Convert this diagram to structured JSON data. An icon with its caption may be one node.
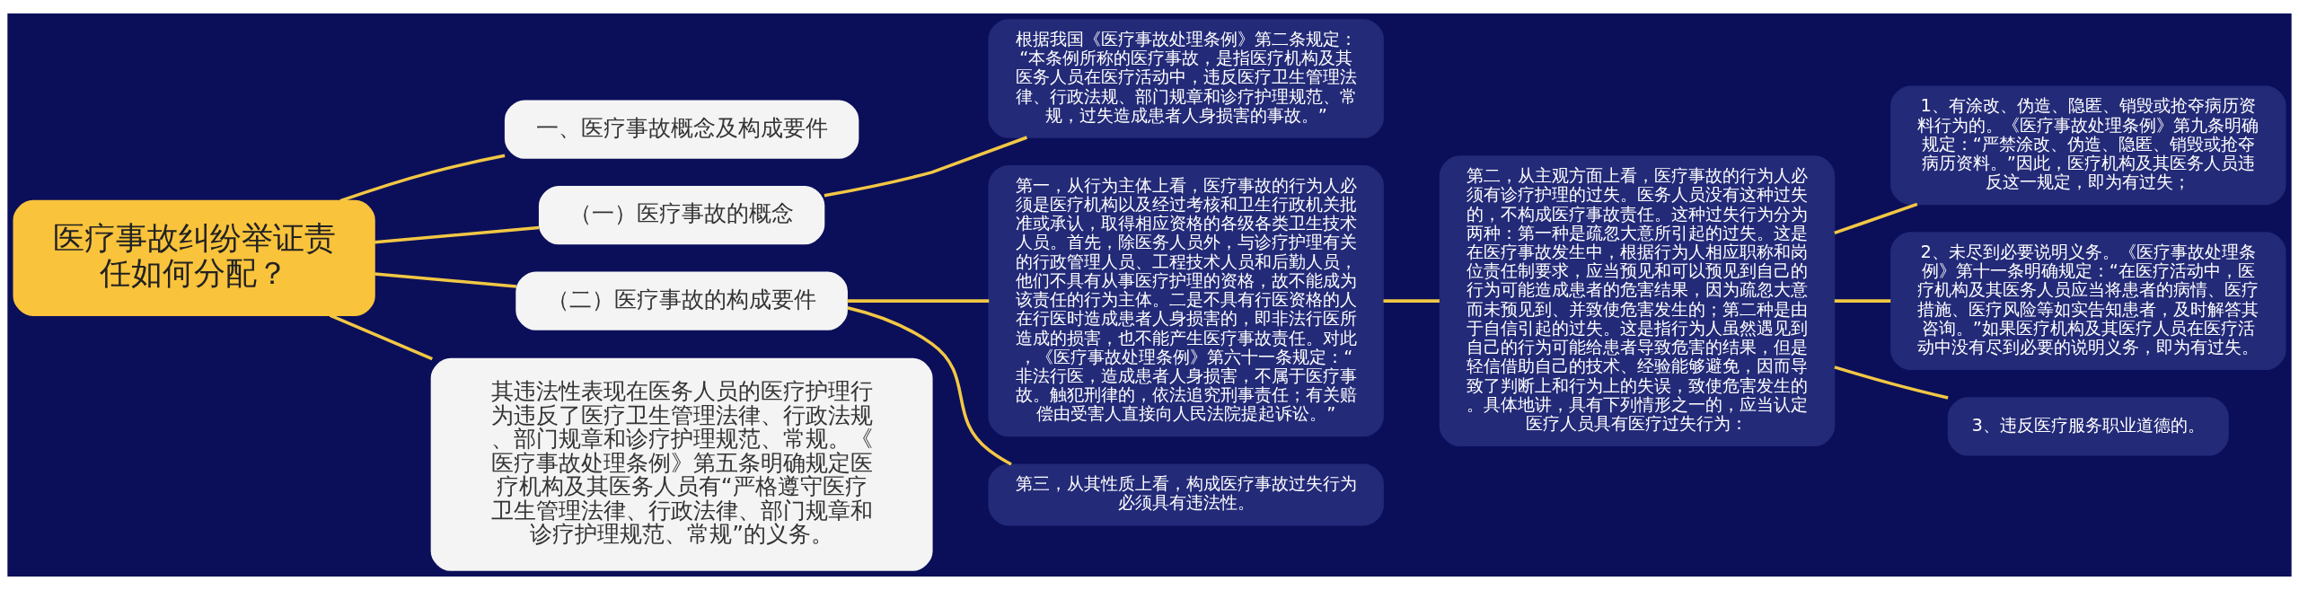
{
  "diagram": {
    "nodes": [
      {
        "text": [
          "医疗事故纠纷举证责任如何分配？"
        ]
      },
      {
        "text": [
          "一、医疗事故概念及构成要件"
        ]
      },
      {
        "text": [
          "（一）医疗事故的概念"
        ]
      },
      {
        "text": [
          "根据我国《医疗事故处理条例》第二条规定：“本条例所称的医疗事故，是指医疗机构及其医务人员在医疗活动中，违反医疗卫生管理法律、行政法规、部门规章和诊疗护理规范、常规，过失造成患者人身损害的事故。”"
        ]
      },
      {
        "text": [
          "（二）医疗事故的构成要件"
        ]
      },
      {
        "text": [
          "其违法性表现在医务人员的医疗护理行为违反了医疗卫生管理法律、行政法规、部门规章和诊疗护理规范、常规。《医疗事故处理条例》第五条明确规定医疗机构及其医务人员有“严格遵守医疗卫生管理法律、行政法律、部门规章和诊疗护理规范、常规”的义务。"
        ]
      },
      {
        "text": [
          "第一，从行为主体上看，医疗事故的行为人必须是医疗机构以及经过考核和卫生行政机关批准或承认，取得相应资格的各级各类卫生技术人员。首先，除医务人员外，与诊疗护理有关的行政管理人员、工程技术人员和后勤人员，他们不具有从事医疗护理的资格，故不能成为该责任的行为主体。二是不具有行医资格的人在行医时造成患者人身损害的，即非法行医所造成的损害，也不能产生医疗事故责任。对此，《医疗事故处理条例》第六十一条规定：“非法行医，造成患者人身损害，不属于医疗事故。触犯刑律的，依法追究刑事责任；有关赔偿由受害人直接向人民法院提起诉讼。”"
        ]
      },
      {
        "text": [
          "第二，从主观方面上看，医疗事故的行为人必须有诊疗护理的过失。医务人员没有这种过失的，不构成医疗事故责任。这种过失行为分为两种：第一种是疏忽大意所引起的过失。这是在医疗事故发生中，根据行为人相应职称和岗位责任制要求，应当预见和可以预见到自己的行为可能造成患者的危害结果，因为疏忽大意而未预见到、并致使危害发生的；第二种是由于自信引起的过失。这是指行为人虽然遇见到自己的行为可能给患者导致危害的结果，但是轻信借助自己的技术、经验能够避免，因而导致了判断上和行为上的失误，致使危害发生的。具体地讲，具有下列情形之一的，应当认定医疗人员具有医疗过失行为："
        ]
      },
      {
        "text": [
          "1、有涂改、伪造、隐匿、销毁或抢夺病历资料行为的。《医疗事故处理条例》第九条明确规定：“严禁涂改、伪造、隐匿、销毁或抢夺病历资料。”因此，医疗机构及其医务人员违反这一规定，即为有过失；"
        ]
      },
      {
        "text": [
          "2、未尽到必要说明义务。《医疗事故处理条例》第十一条明确规定：“在医疗活动中，医疗机构及其医务人员应当将患者的病情、医疗措施、医疗风险等如实告知患者，及时解答其咨询。”如果医疗机构及其医疗人员在医疗活动中没有尽到必要的说明义务，即为有过失。"
        ]
      },
      {
        "text": [
          "3、违反医疗服务职业道德的。"
        ]
      },
      {
        "text": [
          "第三，从其性质上看，构成医疗事故过失行为必须具有违法性。"
        ]
      }
    ],
    "edges": [
      {
        "from": 0,
        "to": 1,
        "arrow": "none"
      },
      {
        "from": 0,
        "to": 2,
        "arrow": "none"
      },
      {
        "from": 2,
        "to": 3,
        "arrow": "none"
      },
      {
        "from": 0,
        "to": 4,
        "arrow": "none"
      },
      {
        "from": 0,
        "to": 5,
        "arrow": "none"
      },
      {
        "from": 4,
        "to": 6,
        "arrow": "none"
      },
      {
        "from": 6,
        "to": 7,
        "arrow": "none"
      },
      {
        "from": 7,
        "to": 8,
        "arrow": "none"
      },
      {
        "from": 7,
        "to": 9,
        "arrow": "none"
      },
      {
        "from": 7,
        "to": 10,
        "arrow": "none"
      },
      {
        "from": 4,
        "to": 11,
        "arrow": "none"
      }
    ]
  }
}
